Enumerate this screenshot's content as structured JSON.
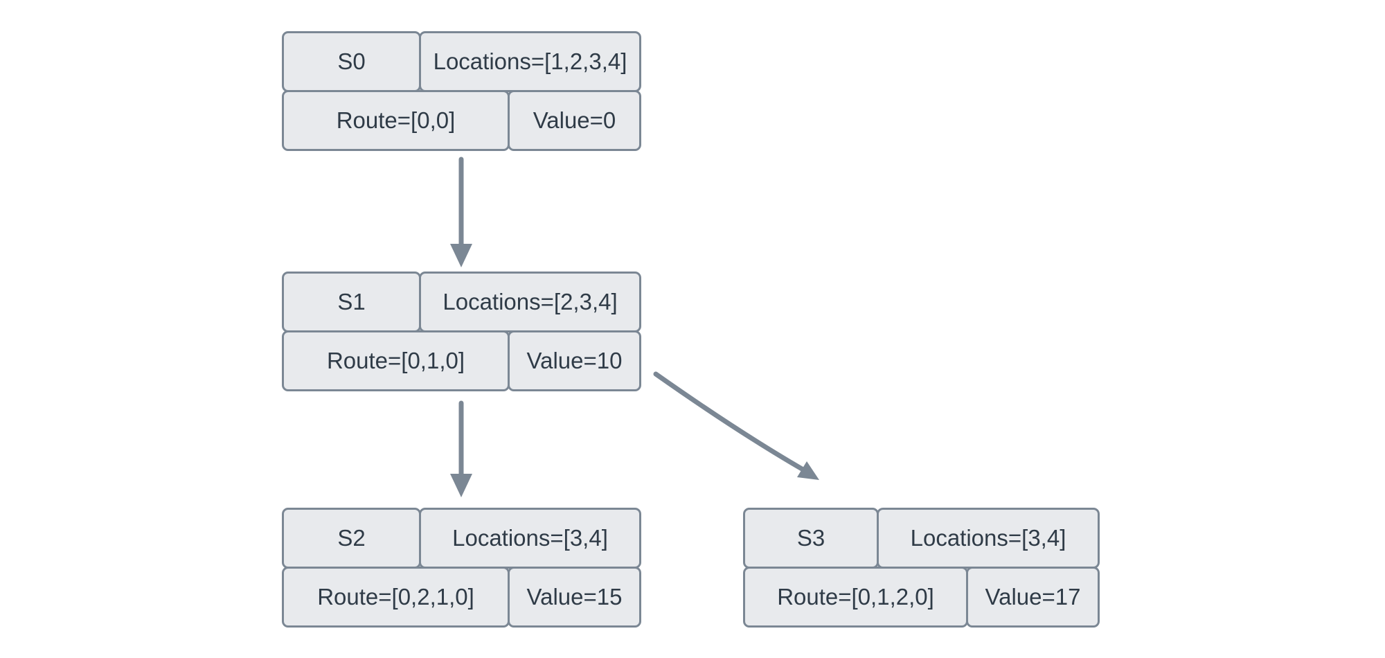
{
  "theme": {
    "node_fill": "#e8eaed",
    "node_border": "#7b8794",
    "text_color": "#2f3b47",
    "arrow_color": "#7b8794",
    "background": "#ffffff"
  },
  "diagram": {
    "type": "state-tree",
    "nodes": [
      {
        "id": "S0",
        "label": "S0",
        "locations": "Locations=[1,2,3,4]",
        "route": "Route=[0,0]",
        "value": "Value=0"
      },
      {
        "id": "S1",
        "label": "S1",
        "locations": "Locations=[2,3,4]",
        "route": "Route=[0,1,0]",
        "value": "Value=10"
      },
      {
        "id": "S2",
        "label": "S2",
        "locations": "Locations=[3,4]",
        "route": "Route=[0,2,1,0]",
        "value": "Value=15"
      },
      {
        "id": "S3",
        "label": "S3",
        "locations": "Locations=[3,4]",
        "route": "Route=[0,1,2,0]",
        "value": "Value=17"
      }
    ],
    "edges": [
      {
        "from": "S0",
        "to": "S1"
      },
      {
        "from": "S1",
        "to": "S2"
      },
      {
        "from": "S1",
        "to": "S3"
      }
    ]
  }
}
